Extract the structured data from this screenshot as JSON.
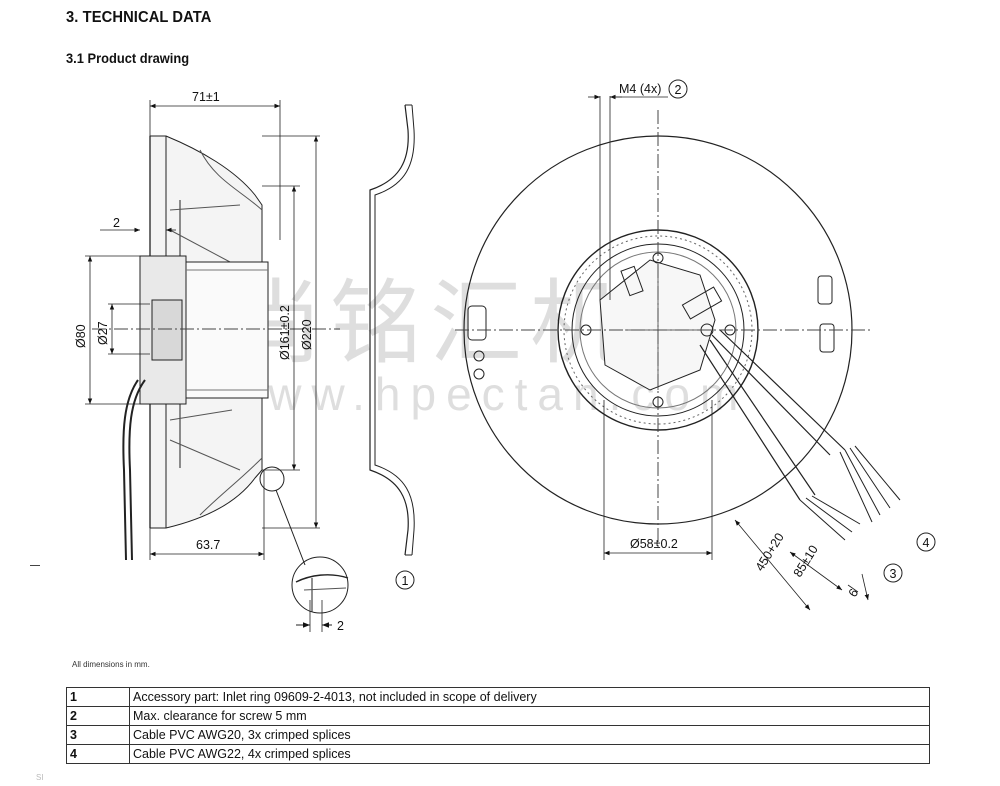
{
  "header": {
    "title": "3. TECHNICAL DATA",
    "subtitle": "3.1 Product drawing"
  },
  "drawing": {
    "dims": {
      "width_71": "71±1",
      "gap_2": "2",
      "dia_80": "Ø80",
      "dia_27": "Ø27",
      "dia_161": "Ø161±0.2",
      "dia_220": "Ø220",
      "depth_63": "63.7",
      "detail_2": "2",
      "m4": "M4 (4x)",
      "dia_58": "Ø58±0.2",
      "len_450": "450+20",
      "len_85": "85±10",
      "len_6": "6"
    },
    "callouts": [
      "1",
      "2",
      "3",
      "4"
    ],
    "watermark": {
      "chinese": "尚铭汇机",
      "url": "www.hpectan.com"
    }
  },
  "note": "All dimensions in mm.",
  "legend": [
    {
      "num": "1",
      "text": "Accessory part: Inlet ring 09609-2-4013, not included in scope of delivery"
    },
    {
      "num": "2",
      "text": "Max. clearance for screw 5 mm"
    },
    {
      "num": "3",
      "text": "Cable PVC AWG20, 3x crimped splices"
    },
    {
      "num": "4",
      "text": "Cable PVC AWG22, 4x crimped splices"
    }
  ],
  "footer_mark": "SI"
}
